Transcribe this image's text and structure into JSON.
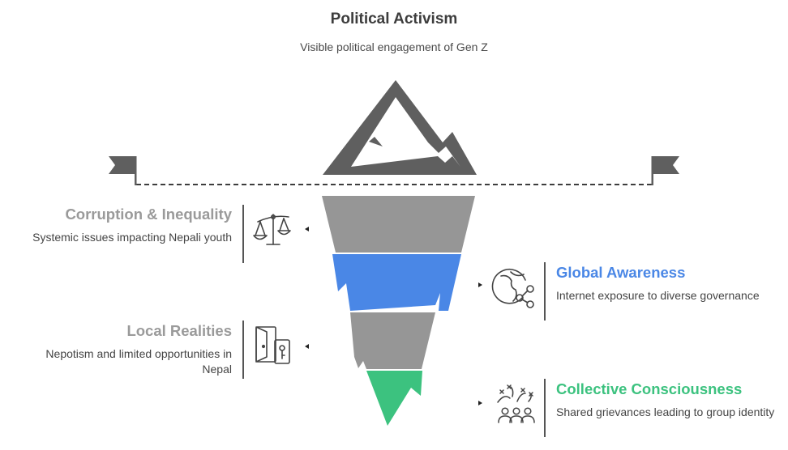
{
  "top": {
    "title": "Political Activism",
    "description": "Visible political engagement of Gen Z"
  },
  "levels": [
    {
      "title": "Corruption & Inequality",
      "description": "Systemic issues impacting Nepali youth",
      "icon": "balance-scale-icon",
      "color": "#9a9a9a"
    },
    {
      "title": "Global Awareness",
      "description": "Internet exposure to diverse governance",
      "icon": "globe-share-icon",
      "color": "#4a87e6"
    },
    {
      "title": "Local Realities",
      "description": "Nepotism and limited opportunities in Nepal",
      "icon": "door-key-icon",
      "color": "#9a9a9a"
    },
    {
      "title": "Collective Consciousness",
      "description": "Shared grievances leading to group identity",
      "icon": "group-strategy-icon",
      "color": "#3cc27f"
    }
  ],
  "colors": {
    "mountain": "#5f5f5f",
    "gray_layer": "#969696",
    "blue_layer": "#4a87e6",
    "green_layer": "#3cc27f",
    "flag": "#5f5f5f",
    "waterline": "#3d3d3d"
  }
}
